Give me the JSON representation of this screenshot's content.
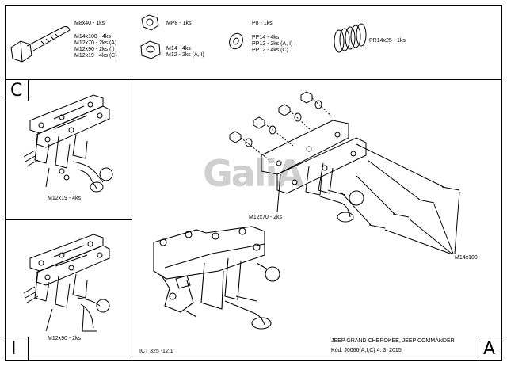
{
  "parts": {
    "bolt": {
      "title": "M8x40 - 1ks",
      "lines": [
        "M14x100 - 4ks",
        "M12x70 - 2ks (A)",
        "M12x90 - 2ks (I)",
        "M12x19 - 4ks (C)"
      ]
    },
    "nut": {
      "title": "MP8 - 1ks",
      "lines": [
        "M14 - 4ks",
        "M12 - 2ks (A, I)"
      ]
    },
    "washer": {
      "title": "P8 - 1ks",
      "lines": [
        "PP14 - 4ks",
        "PP12 - 2ks (A, I)",
        "PP12 - 4ks (C)"
      ]
    },
    "spring": {
      "title": "PR14x25 - 1ks"
    }
  },
  "panels": {
    "c": {
      "letter": "C",
      "callout": "M12x19 - 4ks"
    },
    "i": {
      "letter": "I",
      "callout": "M12x90 - 2ks"
    },
    "a": {
      "letter": "A",
      "callout_left": "M12x70 - 2ks",
      "callout_right": "M14x100"
    }
  },
  "watermark": "GaliA",
  "footer": {
    "code": "ICT 325 -12 1",
    "model": "JEEP GRAND CHEROKEE, JEEP COMMANDER",
    "kod": "Kód: J0066(A,I,C)  4. 3. 2015"
  }
}
